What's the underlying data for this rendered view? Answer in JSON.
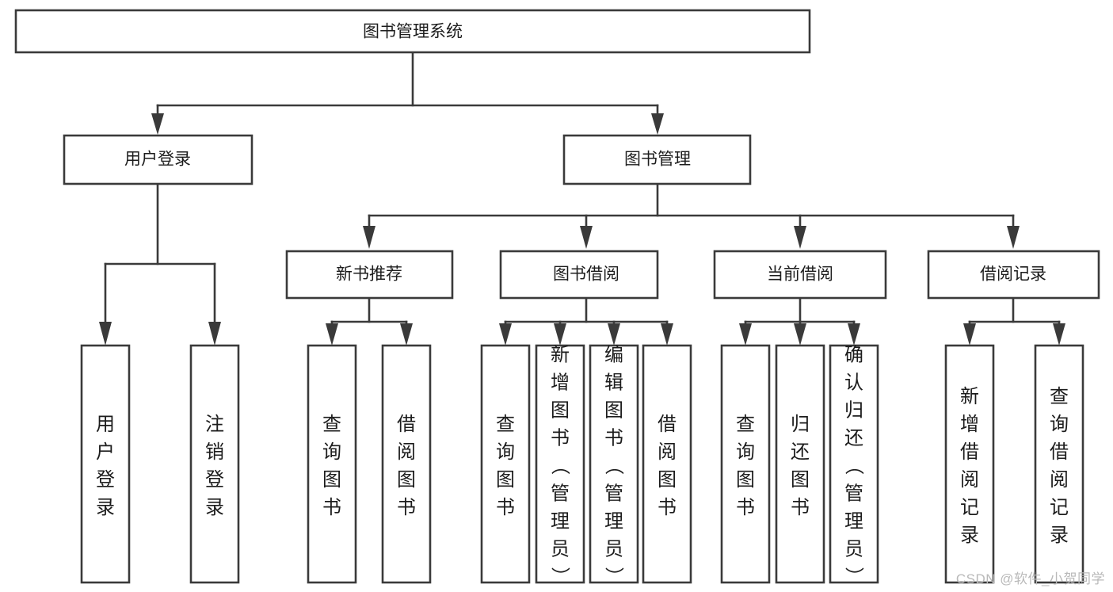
{
  "diagram": {
    "type": "tree-hierarchy",
    "title": "图书管理系统",
    "watermark": "CSDN @软件_小贺同学",
    "colors": {
      "stroke": "#3a3a3a",
      "fill": "#ffffff",
      "text": "#1c1c1c",
      "watermark": "#b9b9b9"
    },
    "levels": {
      "level1": [
        {
          "id": "root",
          "label": "图书管理系统"
        }
      ],
      "level2": [
        {
          "id": "user-login",
          "label": "用户登录",
          "parent": "root"
        },
        {
          "id": "book-manage",
          "label": "图书管理",
          "parent": "root"
        }
      ],
      "level3": [
        {
          "id": "new-book-rec",
          "label": "新书推荐",
          "parent": "book-manage"
        },
        {
          "id": "book-borrow",
          "label": "图书借阅",
          "parent": "book-manage"
        },
        {
          "id": "current-borrow",
          "label": "当前借阅",
          "parent": "book-manage"
        },
        {
          "id": "borrow-record",
          "label": "借阅记录",
          "parent": "book-manage"
        }
      ],
      "leaves": [
        {
          "id": "leaf-user-login",
          "label": "用户登录",
          "parent": "user-login"
        },
        {
          "id": "leaf-user-logout",
          "label": "注销登录",
          "parent": "user-login"
        },
        {
          "id": "leaf-query-book-1",
          "label": "查询图书",
          "parent": "new-book-rec"
        },
        {
          "id": "leaf-borrow-book-1",
          "label": "借阅图书",
          "parent": "new-book-rec"
        },
        {
          "id": "leaf-query-book-2",
          "label": "查询图书",
          "parent": "book-borrow"
        },
        {
          "id": "leaf-add-book",
          "label": "新增图书（管理员）",
          "parent": "book-borrow"
        },
        {
          "id": "leaf-edit-book",
          "label": "编辑图书（管理员）",
          "parent": "book-borrow"
        },
        {
          "id": "leaf-borrow-book-2",
          "label": "借阅图书",
          "parent": "book-borrow"
        },
        {
          "id": "leaf-query-book-3",
          "label": "查询图书",
          "parent": "current-borrow"
        },
        {
          "id": "leaf-return-book",
          "label": "归还图书",
          "parent": "current-borrow"
        },
        {
          "id": "leaf-confirm-return",
          "label": "确认归还（管理员）",
          "parent": "current-borrow"
        },
        {
          "id": "leaf-add-record",
          "label": "新增借阅记录",
          "parent": "borrow-record"
        },
        {
          "id": "leaf-query-record",
          "label": "查询借阅记录",
          "parent": "borrow-record"
        }
      ]
    }
  }
}
